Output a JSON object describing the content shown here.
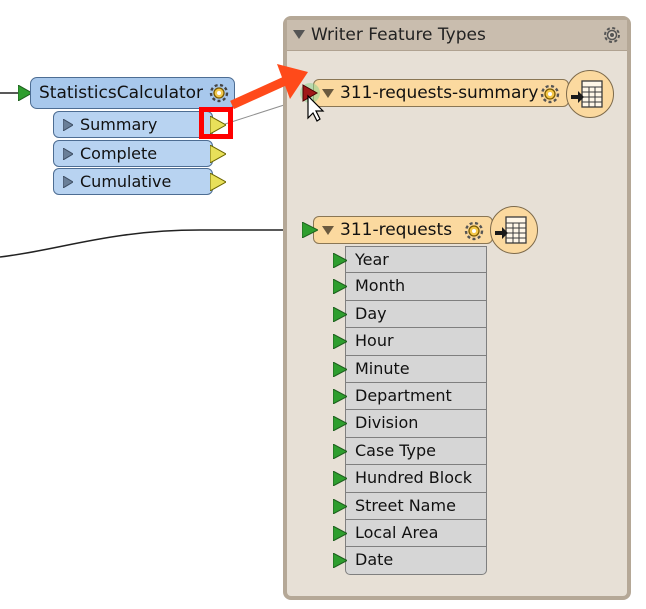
{
  "panel": {
    "title": "Writer Feature Types"
  },
  "transformer": {
    "name": "StatisticsCalculator",
    "ports": [
      {
        "label": "Summary"
      },
      {
        "label": "Complete"
      },
      {
        "label": "Cumulative"
      }
    ]
  },
  "feature_types": [
    {
      "name": "311-requests-summary"
    },
    {
      "name": "311-requests",
      "attributes": [
        "Year",
        "Month",
        "Day",
        "Hour",
        "Minute",
        "Department",
        "Division",
        "Case Type",
        "Hundred Block",
        "Street Name",
        "Local Area",
        "Date"
      ]
    }
  ],
  "colors": {
    "transformer_fill": "#a8c8ec",
    "feature_type_fill": "#fbd99f",
    "panel_fill": "#e7e0d6",
    "input_port": "#2e9e2e",
    "output_port": "#e8e05a",
    "highlight": "#ff0000",
    "arrow": "#ff4a1a"
  },
  "icons": [
    "gear-icon",
    "collapse-triangle-icon",
    "writer-table-icon",
    "input-port-icon",
    "output-port-icon",
    "mouse-cursor-icon"
  ]
}
